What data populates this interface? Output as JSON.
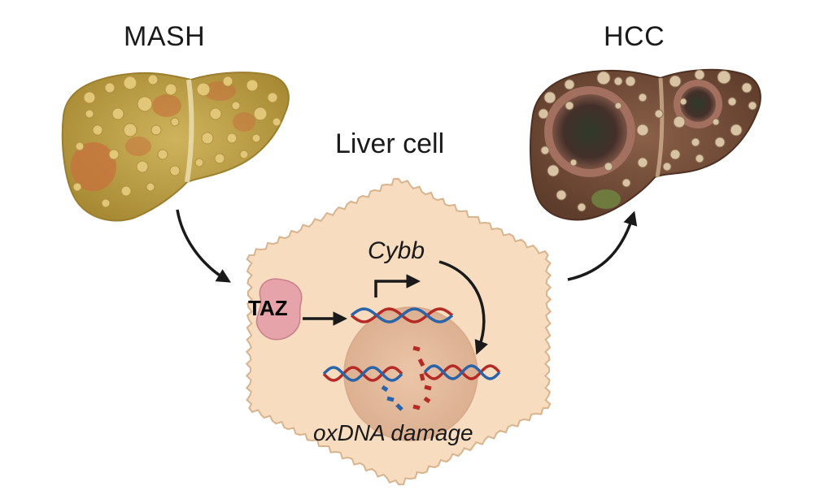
{
  "labels": {
    "left_liver": "MASH",
    "right_liver": "HCC",
    "cell": "Liver cell",
    "protein": "TAZ",
    "gene": "Cybb",
    "damage": "oxDNA damage"
  },
  "colors": {
    "mash_liver": "#c4a650",
    "hcc_liver": "#7a5440",
    "cell_fill": "#f7dcc0",
    "cell_edge": "#d8b48e",
    "nucleus": "#e8bfa0",
    "taz_fill": "#e6a3aa",
    "dna_red": "#b52a25",
    "dna_blue": "#2a63a7",
    "arrow": "#1a1a1a"
  }
}
